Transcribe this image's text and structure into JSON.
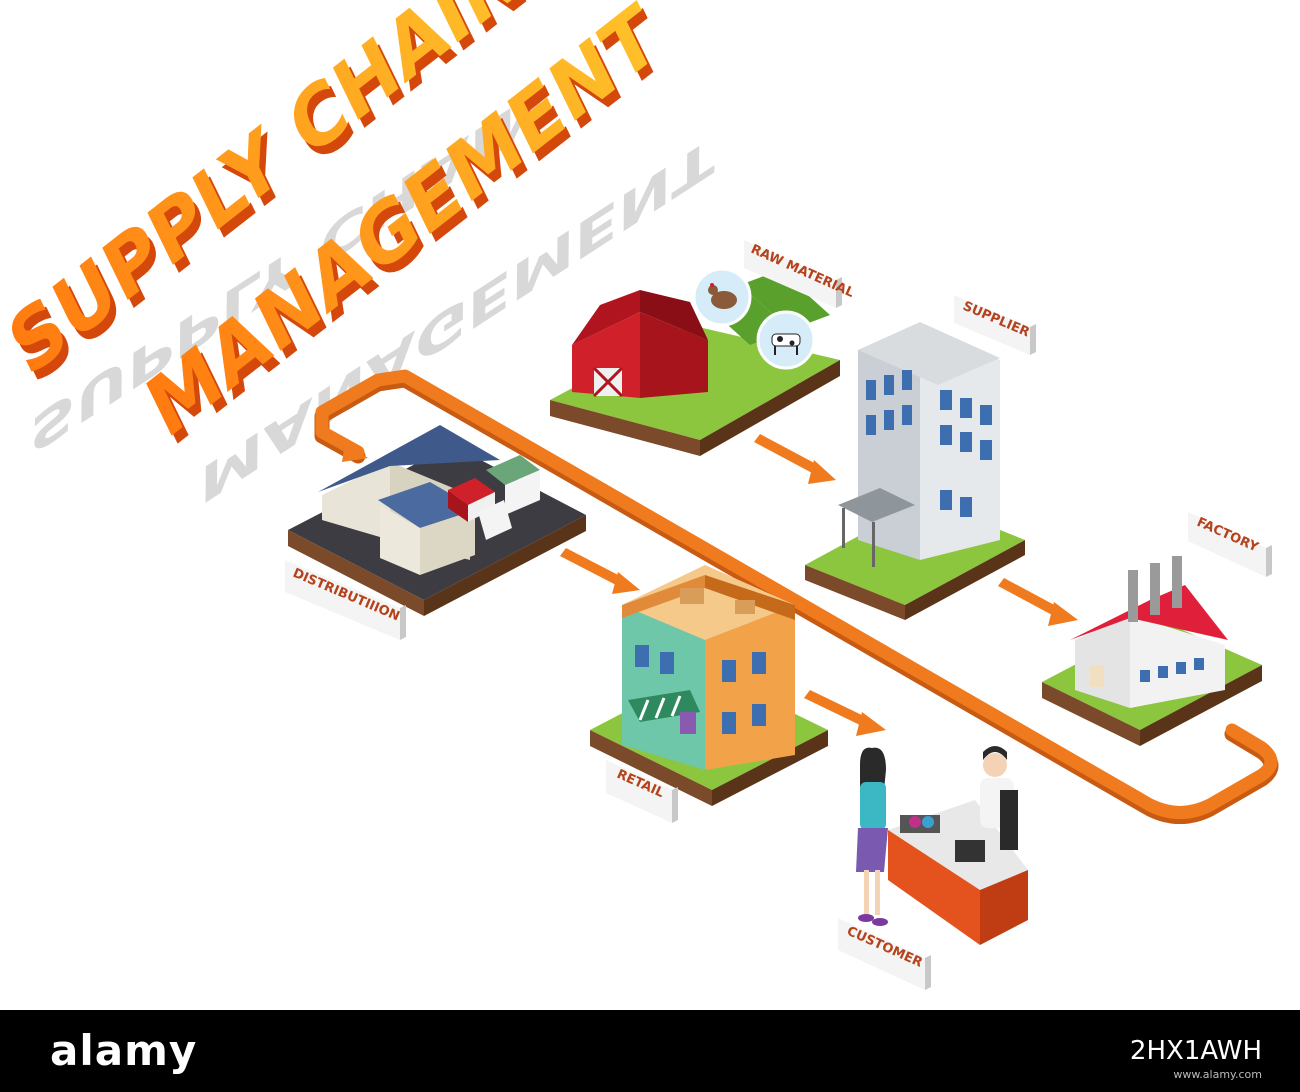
{
  "title": {
    "line1": "SUPPLY CHAIN",
    "line2": "MANAGEMENT"
  },
  "stages": {
    "raw_material": "RAW MATERIAL",
    "supplier": "SUPPLIER",
    "factory": "FACTORY",
    "distribution": "DISTRIBUTIIION",
    "retail": "RETAIL",
    "customer": "CUSTOMER"
  },
  "footer": {
    "brand": "alamy",
    "image_id": "2HX1AWH",
    "url": "www.alamy.com"
  },
  "colors": {
    "arrow": "#f07a1e",
    "label_text": "#b5421b",
    "grass": "#8cc63f",
    "title_top": "#ffb11a",
    "title_side": "#e85a12"
  }
}
